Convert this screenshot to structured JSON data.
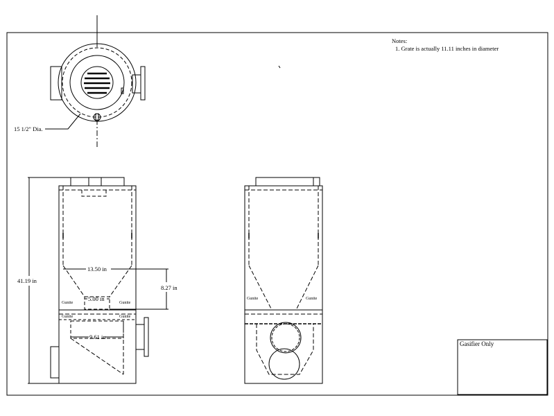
{
  "notes": {
    "heading": "Notes:",
    "items": [
      "1. Grate is actually 11.11 inches in diameter"
    ]
  },
  "top_view": {
    "diameter_label": "15 1/2\" Dia."
  },
  "front_view": {
    "height_label": "41.19 in",
    "width_label": "13.50 in",
    "cone_height_label": "8.27 in",
    "throat_label": "5.00 in",
    "lower_label": "9.61 in",
    "gunite_labels": [
      "Gunite",
      "Gunite",
      "Gunite",
      "Gunite"
    ]
  },
  "side_view": {
    "gunite_labels": [
      "Gunite",
      "Gunite"
    ]
  },
  "title_block": {
    "title": "Gasifier Only"
  }
}
